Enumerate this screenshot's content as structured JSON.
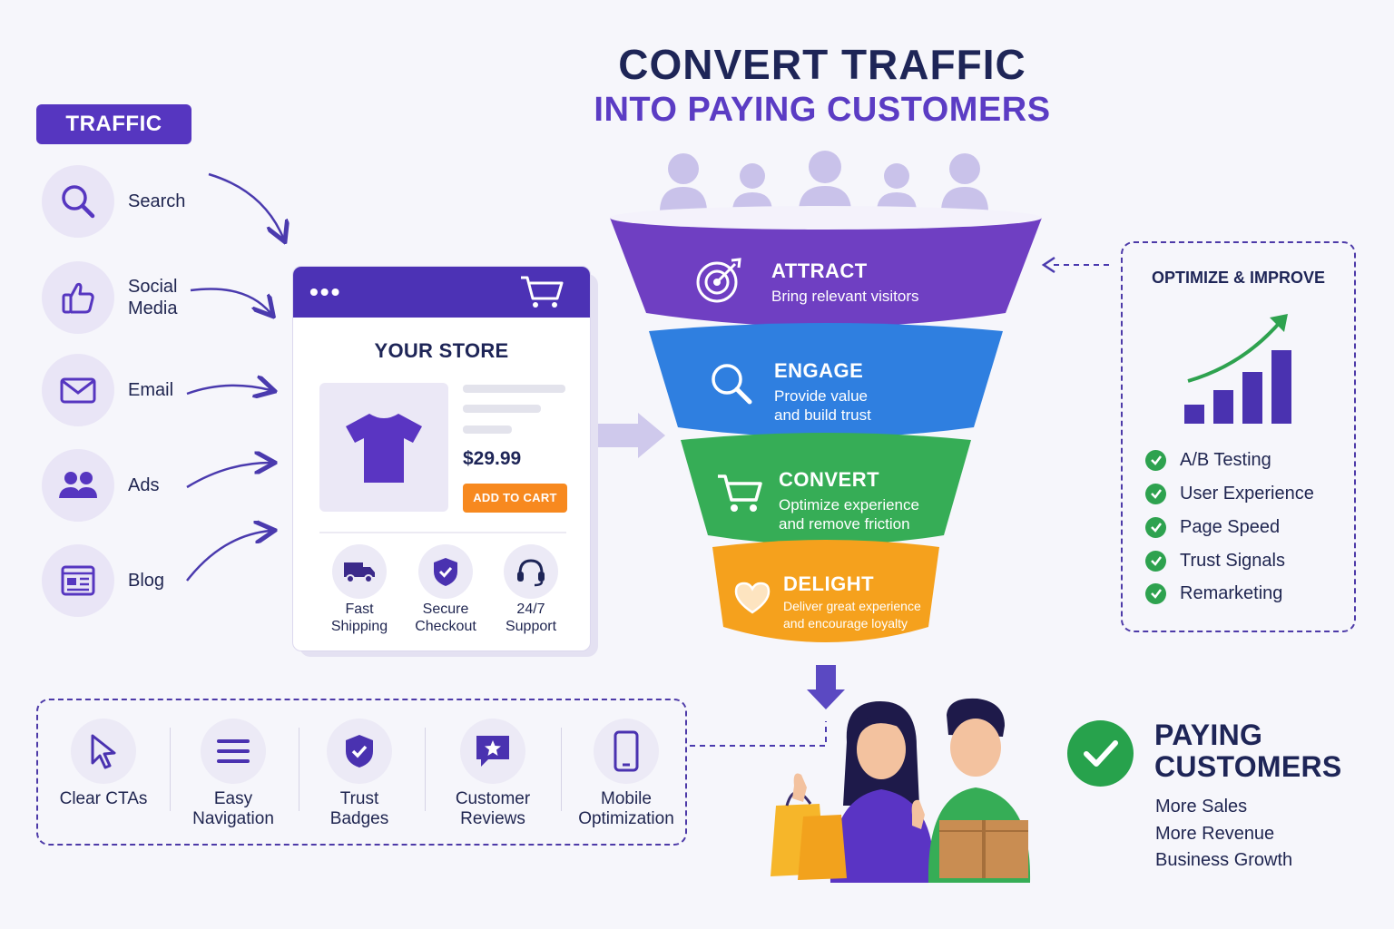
{
  "title": {
    "line1": "CONVERT TRAFFIC",
    "line2": "INTO PAYING CUSTOMERS"
  },
  "traffic": {
    "label": "TRAFFIC",
    "sources": [
      {
        "label": "Search",
        "icon": "search-icon"
      },
      {
        "label": "Social\nMedia",
        "icon": "thumbs-up-icon"
      },
      {
        "label": "Email",
        "icon": "envelope-icon"
      },
      {
        "label": "Ads",
        "icon": "people-icon"
      },
      {
        "label": "Blog",
        "icon": "blog-icon"
      }
    ]
  },
  "store": {
    "title": "YOUR STORE",
    "price": "$29.99",
    "add_to_cart": "ADD TO CART",
    "features": [
      {
        "label": "Fast\nShipping",
        "icon": "truck-icon"
      },
      {
        "label": "Secure\nCheckout",
        "icon": "shield-check-icon"
      },
      {
        "label": "24/7\nSupport",
        "icon": "headset-icon"
      }
    ]
  },
  "funnel": {
    "stages": [
      {
        "title": "ATTRACT",
        "subtitle": "Bring relevant visitors",
        "color": "#6f3fc2",
        "icon": "target-icon"
      },
      {
        "title": "ENGAGE",
        "subtitle": "Provide value\nand build trust",
        "color": "#2f7fe0",
        "icon": "search-icon"
      },
      {
        "title": "CONVERT",
        "subtitle": "Optimize experience\nand remove friction",
        "color": "#36ad56",
        "icon": "cart-icon"
      },
      {
        "title": "DELIGHT",
        "subtitle": "Deliver great experience\nand encourage loyalty",
        "color": "#f5a11d",
        "icon": "heart-icon"
      }
    ]
  },
  "optimize": {
    "title": "OPTIMIZE & IMPROVE",
    "items": [
      "A/B Testing",
      "User Experience",
      "Page Speed",
      "Trust Signals",
      "Remarketing"
    ]
  },
  "bottom_features": [
    {
      "label": "Clear CTAs",
      "icon": "cursor-icon"
    },
    {
      "label": "Easy\nNavigation",
      "icon": "menu-icon"
    },
    {
      "label": "Trust\nBadges",
      "icon": "shield-check-icon"
    },
    {
      "label": "Customer\nReviews",
      "icon": "star-chat-icon"
    },
    {
      "label": "Mobile\nOptimization",
      "icon": "mobile-icon"
    }
  ],
  "paying_customers": {
    "title": "PAYING\nCUSTOMERS",
    "items": [
      "More Sales",
      "More Revenue",
      "Business Growth"
    ]
  },
  "colors": {
    "primary": "#5636c0",
    "navy": "#1e2557",
    "orange": "#f7891f",
    "green": "#2ea24f"
  }
}
